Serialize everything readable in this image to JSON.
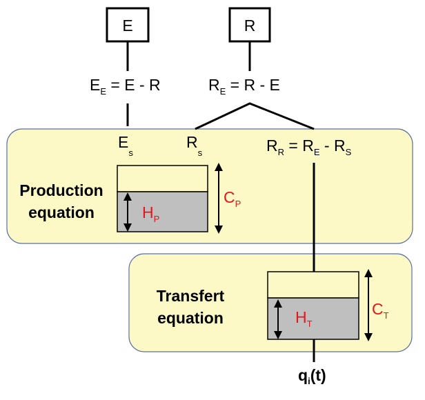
{
  "inputs": {
    "e_box": "E",
    "r_box": "R"
  },
  "formulas": {
    "ee": {
      "main": "E",
      "sub": "E",
      "rest": " = E - R"
    },
    "re": {
      "main": "R",
      "sub": "E",
      "rest": " = R - E"
    }
  },
  "production": {
    "title_line1": "Production",
    "title_line2": "equation",
    "es": {
      "main": "E",
      "sub": "s"
    },
    "rs": {
      "main": "R",
      "sub": "s"
    },
    "rr": {
      "main1": "R",
      "sub1": "R",
      "mid": " = R",
      "sub2": "E",
      "mid2": " - R",
      "sub3": "S"
    },
    "capacity": {
      "main": "C",
      "sub": "P"
    },
    "level": {
      "main": "H",
      "sub": "P"
    }
  },
  "transfer": {
    "title_line1": "Transfert",
    "title_line2": "equation",
    "capacity": {
      "main": "C",
      "sub": "T"
    },
    "level": {
      "main": "H",
      "sub": "T"
    }
  },
  "output": {
    "main": "q",
    "sub": "i",
    "rest": "(t)"
  },
  "colors": {
    "panel_fill": "#fcf9c6",
    "panel_stroke": "#5a6fa8",
    "store_fill": "#bfbfbf",
    "red": "#e8141b"
  }
}
